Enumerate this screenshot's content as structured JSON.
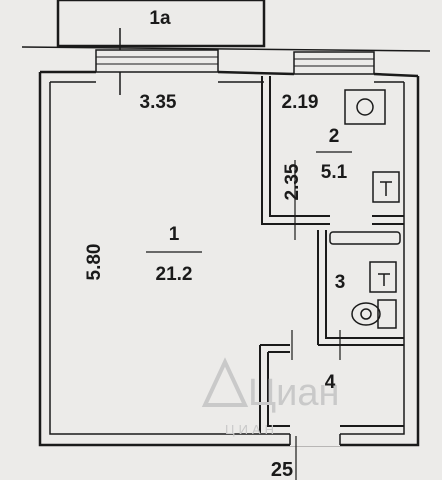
{
  "rooms": {
    "balcony": {
      "number": "1a"
    },
    "main": {
      "number": "1",
      "area": "21.2",
      "width": "3.35",
      "length": "5.80"
    },
    "kitchen": {
      "number": "2",
      "area": "5.1",
      "width": "2.19",
      "length": "2.35"
    },
    "bathroom": {
      "number": "3"
    },
    "hall": {
      "number": "4"
    }
  },
  "dimension_bottom": "25",
  "watermark": {
    "brand": "Циан",
    "sub": "ЦИАН"
  },
  "colors": {
    "wall": "#1a1a1a",
    "background": "#ecebe9",
    "watermark": "#c9c9c9"
  }
}
